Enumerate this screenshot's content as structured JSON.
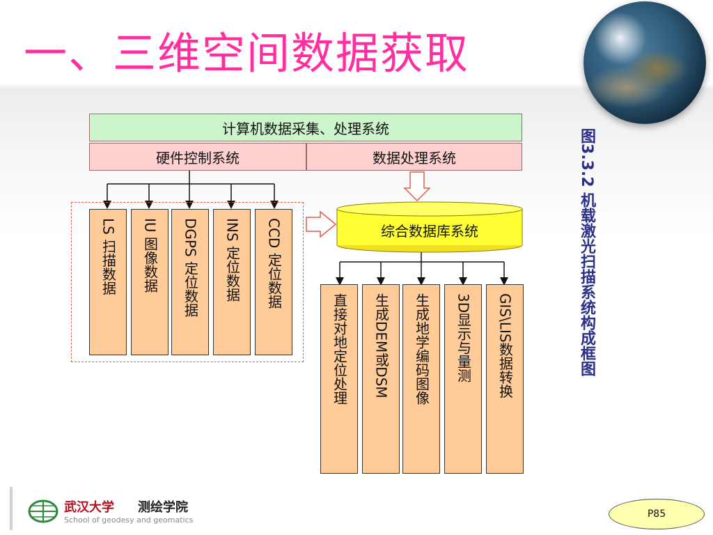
{
  "slide": {
    "title": "一、三维空间数据获取",
    "figure_caption": "图3.3.2  机载激光扫描系统构成框图",
    "page_number": "P85"
  },
  "diagram": {
    "top_system": "计算机数据采集、处理系统",
    "hardware_control": "硬件控制系统",
    "data_processing": "数据处理系统",
    "database": "综合数据库系统",
    "sensors": [
      {
        "label": "LS  扫描数据"
      },
      {
        "label": "IU  图像数据"
      },
      {
        "label": "DGPS 定位数据"
      },
      {
        "label": "INS  定位数据"
      },
      {
        "label": "CCD  定位数据"
      }
    ],
    "outputs": [
      {
        "label": "直接对地定位处理"
      },
      {
        "label": "生成DEM或DSM"
      },
      {
        "label": "生成地学编码图像"
      },
      {
        "label": "3D显示与量测"
      },
      {
        "label": "GIS\\LIS数据转换"
      }
    ]
  },
  "footer": {
    "university": "武汉大学",
    "school": "测绘学院",
    "school_en": "School of geodesy and geomatics"
  },
  "colors": {
    "title": "#ff2fa0",
    "caption": "#2a2f8a",
    "top_bar": "#ccf5cc",
    "sub_bar": "#ffd0d0",
    "box": "#ffcc99",
    "database": "#ffff33",
    "page_oval": "#ffffb0"
  }
}
